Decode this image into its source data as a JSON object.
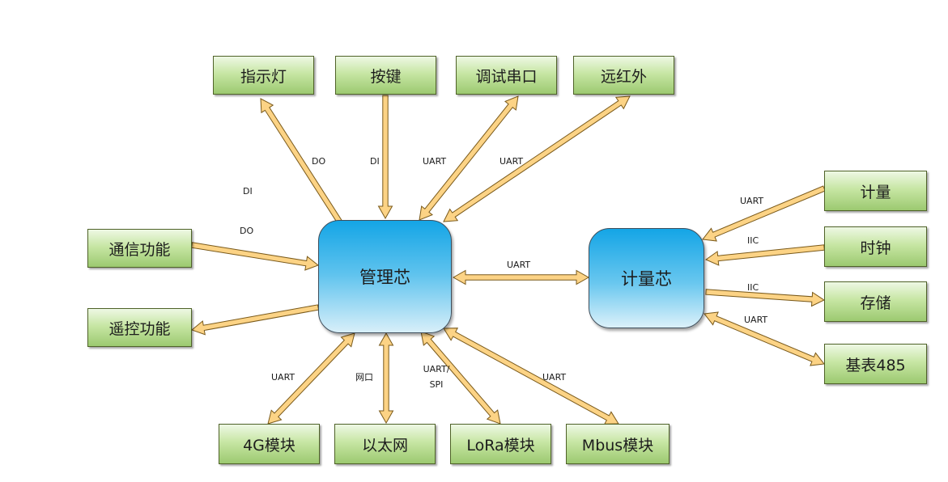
{
  "colors": {
    "arrow_fill": "#fcd385",
    "arrow_stroke": "#7a5a1b",
    "box_border": "#4f6228",
    "chip_blue": "#14a5e6"
  },
  "chips": {
    "management": "管理芯",
    "metering": "计量芯"
  },
  "modules": {
    "indicator": "指示灯",
    "key": "按键",
    "debug_serial": "调试串口",
    "far_infrared": "远红外",
    "communication": "通信功能",
    "remote_control": "遥控功能",
    "module_4g": "4G模块",
    "ethernet": "以太网",
    "lora": "LoRa模块",
    "mbus": "Mbus模块",
    "metering": "计量",
    "clock": "时钟",
    "storage": "存储",
    "base_485": "基表485"
  },
  "labels": {
    "indicator_do": "DO",
    "key_di": "DI",
    "debug_uart": "UART",
    "infrared_uart": "UART",
    "comm_di": "DI",
    "comm_do": "DO",
    "chips_uart": "UART",
    "metering_uart": "UART",
    "clock_iic": "IIC",
    "storage_iic": "IIC",
    "base485_uart": "UART",
    "g4_uart": "UART",
    "ethernet_port": "网口",
    "lora_uart": "UART/",
    "lora_spi": "SPI",
    "mbus_uart": "UART"
  }
}
